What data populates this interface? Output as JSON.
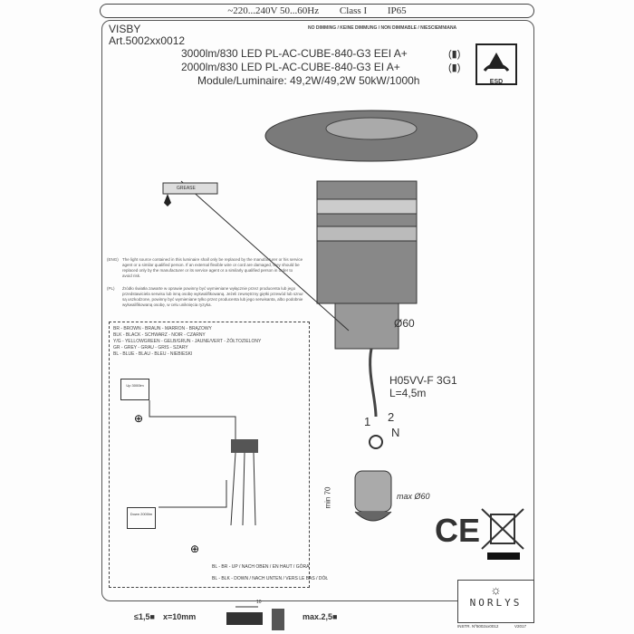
{
  "spec_bar": {
    "voltage": "~220...240V 50...60Hz",
    "class": "Class I",
    "ip": "IP65"
  },
  "header": {
    "product_name": "VISBY",
    "article": "Art.5002xx0012",
    "dimming": "NO DIMMING / KEINE DIMMUNG / NON DIMMABLE / NIESCIEMNIANA",
    "lines": [
      "3000lm/830 LED PL-AC-CUBE-840-G3 EEI A+",
      "2000lm/830 LED PL-AC-CUBE-840-G3  EI A+",
      "Module/Luminaire: 49,2W/49,2W  50kW/1000h"
    ],
    "esd_label": "ESD"
  },
  "grease_label": "GREASE",
  "notes": {
    "eng_tag": "(ENG)",
    "eng": "The light source contained in this luminaire shall only be replaced by the manufacturer or his service agent or a similar qualified person. If an external flexible wire or cord are damaged, they should be replaced only by the manufacturer or its service agent or a similarly qualified person in order to avoid risk.",
    "pl_tag": "(PL)",
    "pl": "Źródło światła zawarte w oprawie powinny być wymieniane wyłącznie przez producenta lub jego przedstawiciela serwisu lub inną osobę wykwalifikowaną. Jeżeli zewnętrzny giętki przewód lub sznur są uszkodzone, powinny być wymieniane tylko przez producenta lub jego serwisanta, albo podobnie wykwalifikowaną osobę, w celu uniknięcia ryzyka."
  },
  "color_legend": [
    "BR  - BROWN - BRAUN - MARRON - BRĄZOWY",
    "BLK - BLACK - SCHWARZ - NOIR - CZARNY",
    "Y/G - YELLOWGREEN - GELB/GRUN - JAUNE/VERT - ŻÓŁTOZIELONY",
    "GR  - GREY - GRAU - GRIS - SZARY",
    "BL  - BLUE - BLAU - BLEU - NIEBIESKI"
  ],
  "wiring": {
    "up_label": "BL - BR",
    "up_text": "- UP / NACH OBEN / EN HAUT / GÓRA",
    "down_label": "BL - BLK",
    "down_text": "- DOWN / NACH UNTEN / VERS LE BAS / DÓŁ",
    "module_up": "Up 3000lm",
    "module_down": "Down 2000lm"
  },
  "dimensions": {
    "pole_diameter": "Ø60",
    "cable": "H05VV-F 3G1",
    "cable_length": "L=4,5m",
    "terminal_1": "1",
    "terminal_2": "2",
    "terminal_n": "N",
    "min_height": "min 70",
    "max_diameter": "max Ø60"
  },
  "footer": {
    "wire_min": "≤1,5■",
    "strip": "x=10mm",
    "strip_len": "10",
    "wire_max": "max.2,5■",
    "brand": "NORLYS",
    "instr": "INSTR. Nº5002xx0012",
    "version": "V2017"
  }
}
